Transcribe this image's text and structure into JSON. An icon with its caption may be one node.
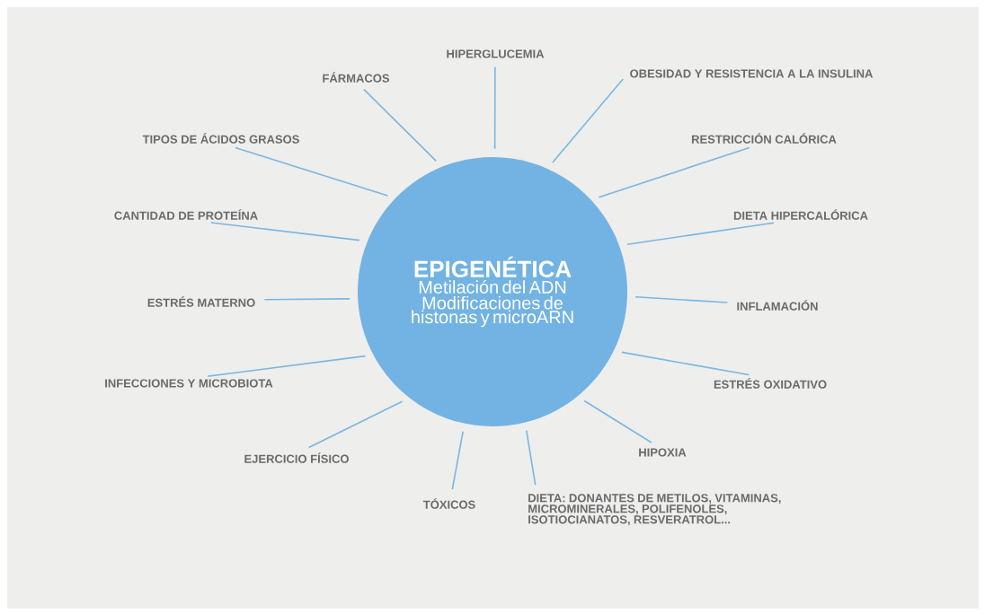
{
  "diagram": {
    "nodes": [
      {
        "text": [
          "EPIGENÉTICA",
          "Metilación del ADN",
          "Modificaciones de histonas y microARN"
        ]
      },
      {
        "text": [
          "HIPERGLUCEMIA"
        ]
      },
      {
        "text": [
          "OBESIDAD Y RESISTENCIA A LA INSULINA"
        ]
      },
      {
        "text": [
          "RESTRICCIÓN CALÓRICA"
        ]
      },
      {
        "text": [
          "DIETA HIPERCALÓRICA"
        ]
      },
      {
        "text": [
          "INFLAMACIÓN"
        ]
      },
      {
        "text": [
          "ESTRÉS OXIDATIVO"
        ]
      },
      {
        "text": [
          "HIPOXIA"
        ]
      },
      {
        "text": [
          "DIETA: DONANTES DE METILOS, VITAMINAS, MICROMINERALES, POLIFENOLES, ISOTIOCIANATOS, RESVERATROL..."
        ]
      },
      {
        "text": [
          "TÓXICOS"
        ]
      },
      {
        "text": [
          "EJERCICIO FÍSICO"
        ]
      },
      {
        "text": [
          "INFECCIONES Y MICROBIOTA"
        ]
      },
      {
        "text": [
          "ESTRÉS MATERNO"
        ]
      },
      {
        "text": [
          "CANTIDAD DE PROTEÍNA"
        ]
      },
      {
        "text": [
          "TIPOS DE ÁCIDOS GRASOS"
        ]
      },
      {
        "text": [
          "FÁRMACOS"
        ]
      }
    ],
    "edges": [
      {
        "from": 1,
        "to": 0,
        "arrow": "none"
      },
      {
        "from": 2,
        "to": 0,
        "arrow": "none"
      },
      {
        "from": 3,
        "to": 0,
        "arrow": "none"
      },
      {
        "from": 4,
        "to": 0,
        "arrow": "none"
      },
      {
        "from": 5,
        "to": 0,
        "arrow": "none"
      },
      {
        "from": 6,
        "to": 0,
        "arrow": "none"
      },
      {
        "from": 7,
        "to": 0,
        "arrow": "none"
      },
      {
        "from": 8,
        "to": 0,
        "arrow": "none"
      },
      {
        "from": 9,
        "to": 0,
        "arrow": "none"
      },
      {
        "from": 10,
        "to": 0,
        "arrow": "none"
      },
      {
        "from": 11,
        "to": 0,
        "arrow": "none"
      },
      {
        "from": 12,
        "to": 0,
        "arrow": "none"
      },
      {
        "from": 13,
        "to": 0,
        "arrow": "none"
      },
      {
        "from": 14,
        "to": 0,
        "arrow": "none"
      },
      {
        "from": 15,
        "to": 0,
        "arrow": "none"
      }
    ]
  }
}
